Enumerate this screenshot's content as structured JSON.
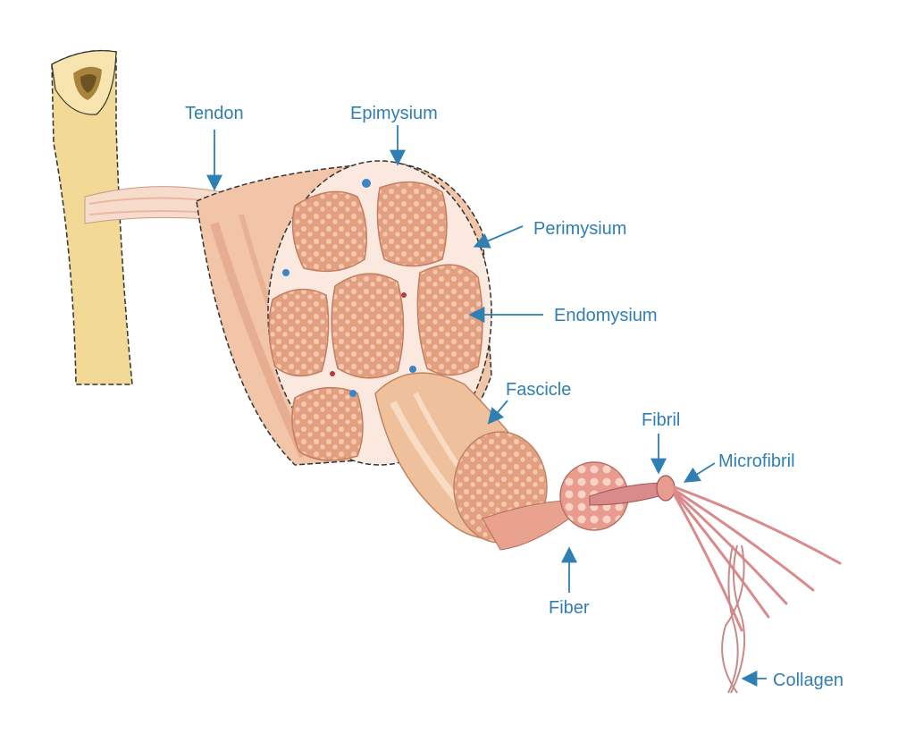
{
  "labels": {
    "tendon": "Tendon",
    "epimysium": "Epimysium",
    "perimysium": "Perimysium",
    "endomysium": "Endomysium",
    "fascicle": "Fascicle",
    "fibril": "Fibril",
    "microfibril": "Microfibril",
    "fiber": "Fiber",
    "collagen": "Collagen"
  },
  "colors": {
    "label_text": "#2f7fb3",
    "arrow": "#2f7fb3",
    "bone": "#f3d996",
    "bone_marrow": "#a8833d",
    "muscle_outer": "#f2c4a8",
    "muscle_shadow": "#d9957a",
    "fascicle_fill": "#e3a080",
    "fascicle_dots": "#f5c9b0",
    "connective_tissue": "#fbe9df",
    "fibril": "#d98a8a",
    "collagen": "#c88a8a"
  }
}
